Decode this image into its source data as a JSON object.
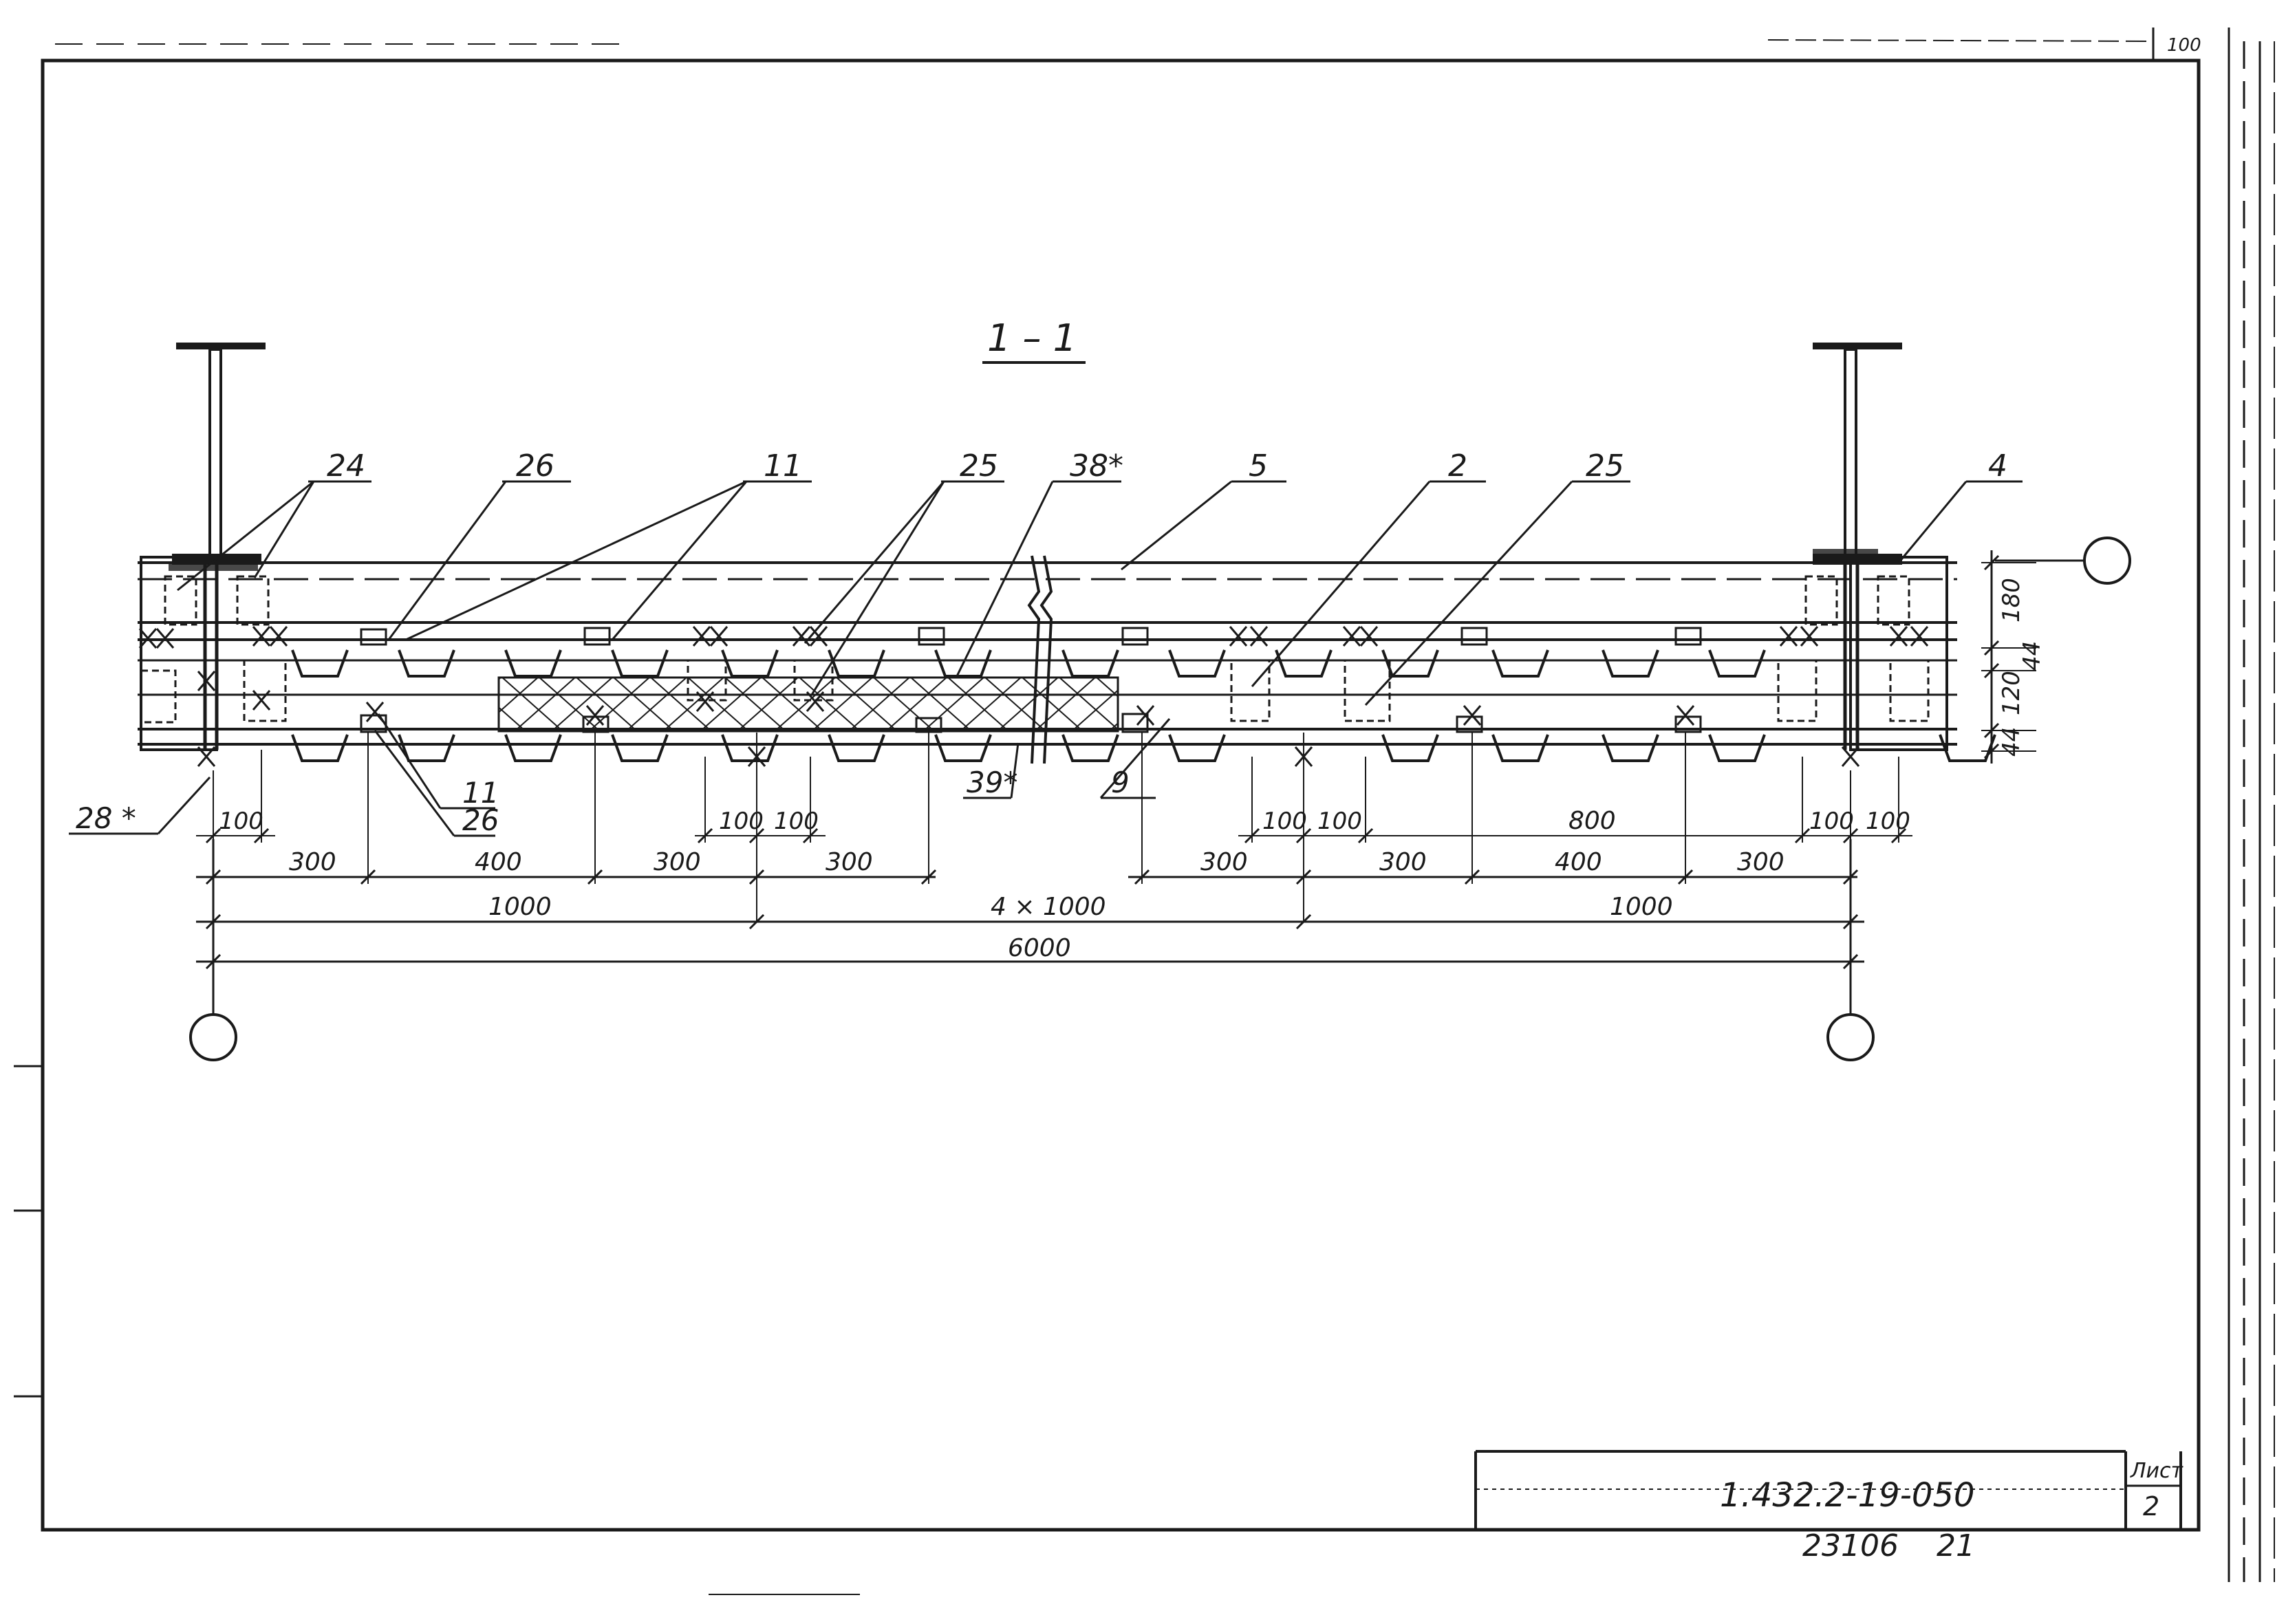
{
  "section_title": "1 – 1",
  "callouts": {
    "c24": "24",
    "c26a": "26",
    "c11a": "11",
    "c25a": "25",
    "c38": "38*",
    "c5": "5",
    "c2": "2",
    "c25b": "25",
    "c4": "4",
    "c28": "28 *",
    "c11b": "11",
    "c26b": "26",
    "c39": "39*",
    "c9": "9"
  },
  "dimensions": {
    "left_100a": "100",
    "left_300a": "300",
    "left_400": "400",
    "left_300b": "300",
    "left_100b": "100",
    "left_100c": "100",
    "left_300c": "300",
    "left_1000": "1000",
    "center_4x1000": "4 × 1000",
    "total_6000": "6000",
    "right_100a": "100",
    "right_100b": "100",
    "right_800": "800",
    "right_100c": "100",
    "right_100d": "100",
    "right_300a": "300",
    "right_300b": "300",
    "right_400": "400",
    "right_300c": "300",
    "right_1000": "1000",
    "v_180": "180",
    "v_44a": "44",
    "v_120": "120",
    "v_44b": "44"
  },
  "title_block": {
    "code": "1.432.2-19-050",
    "sheet_label": "Лист",
    "sheet_number": "2",
    "archive_number": "23106",
    "format": "21",
    "corner_mark": "100"
  }
}
